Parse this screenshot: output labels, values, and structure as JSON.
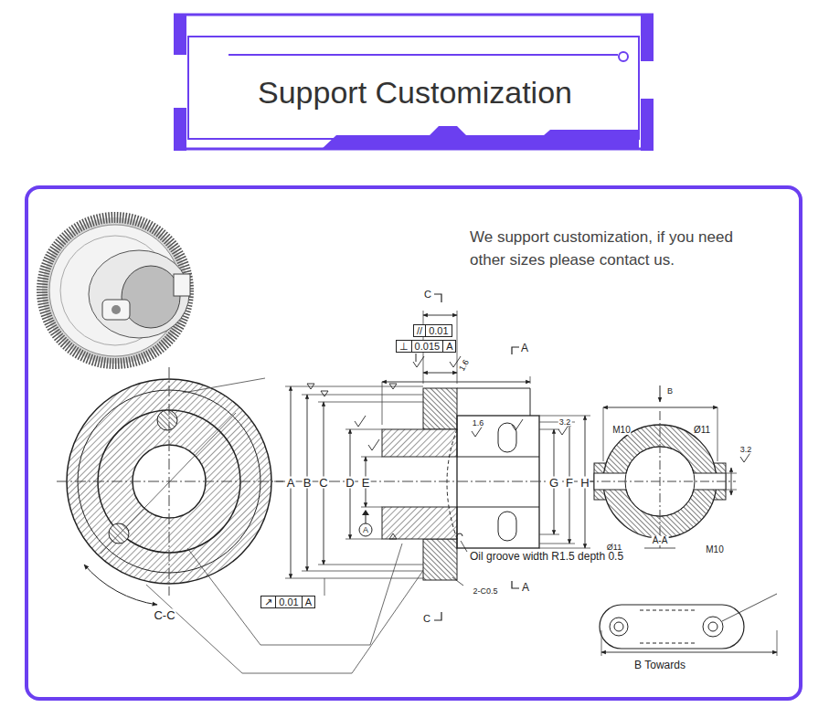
{
  "diagram": {
    "title": "Support Customization",
    "nodes": [
      {
        "text": [
          "//",
          "0.01"
        ]
      },
      {
        "text": [
          "⊥",
          "0.015",
          "A"
        ]
      },
      {
        "text": [
          "↗",
          "0.01",
          "A"
        ]
      }
    ],
    "labels": [
      "We support customization, if you need other sizes please contact us.",
      "C",
      "A",
      "1.6",
      "A",
      "B",
      "C",
      "D",
      "E",
      "1.6",
      "3.2",
      "G",
      "F",
      "H",
      "A",
      "Oil groove width R1.5 depth 0.5",
      "2-C0.5",
      "A",
      "C",
      "C-C",
      "B",
      "M10",
      "Ø11",
      "3.2",
      "Ø11",
      "M10",
      "A-A",
      "B Towards"
    ]
  }
}
